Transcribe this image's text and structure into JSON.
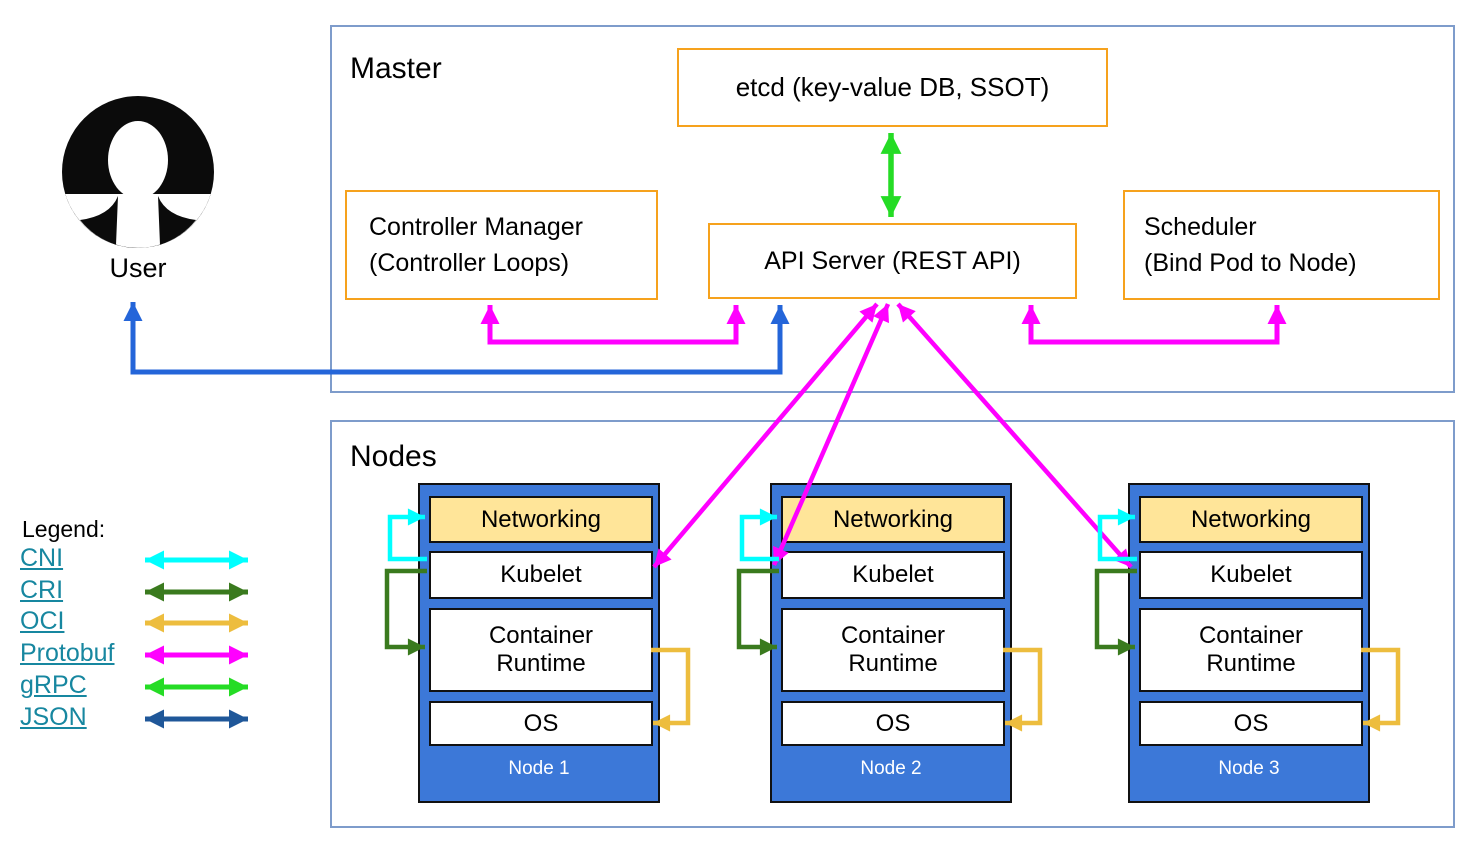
{
  "master": {
    "title": "Master",
    "etcd_label": "etcd (key-value DB, SSOT)",
    "api_server_label": "API Server (REST API)",
    "controller_manager": {
      "line1": "Controller Manager",
      "line2": "(Controller Loops)"
    },
    "scheduler": {
      "line1": "Scheduler",
      "line2": "(Bind Pod to Node)"
    }
  },
  "user": {
    "label": "User"
  },
  "nodes_section": {
    "title": "Nodes",
    "nodes": [
      {
        "name": "Node 1",
        "layers": {
          "networking": "Networking",
          "kubelet": "Kubelet",
          "container_runtime": "Container Runtime",
          "os": "OS"
        }
      },
      {
        "name": "Node 2",
        "layers": {
          "networking": "Networking",
          "kubelet": "Kubelet",
          "container_runtime": "Container Runtime",
          "os": "OS"
        }
      },
      {
        "name": "Node 3",
        "layers": {
          "networking": "Networking",
          "kubelet": "Kubelet",
          "container_runtime": "Container Runtime",
          "os": "OS"
        }
      }
    ]
  },
  "legend": {
    "title": "Legend:",
    "items": [
      {
        "label": "CNI",
        "color": "#00FFFF"
      },
      {
        "label": "CRI",
        "color": "#3A7A1E"
      },
      {
        "label": "OCI",
        "color": "#EDBD3E"
      },
      {
        "label": "Protobuf",
        "color": "#FF00FF"
      },
      {
        "label": "gRPC",
        "color": "#25DC25"
      },
      {
        "label": "JSON",
        "color": "#1F5799"
      }
    ]
  },
  "colors": {
    "box_border_orange": "#F6A21D",
    "section_border_blue": "#7E9CCB",
    "node_fill_blue": "#3C78D8",
    "networking_fill": "#FFE599",
    "user_api_arrow_blue": "#2465D9",
    "legend_link_teal": "#1787A0",
    "user_icon_black": "#0B0B0B"
  }
}
